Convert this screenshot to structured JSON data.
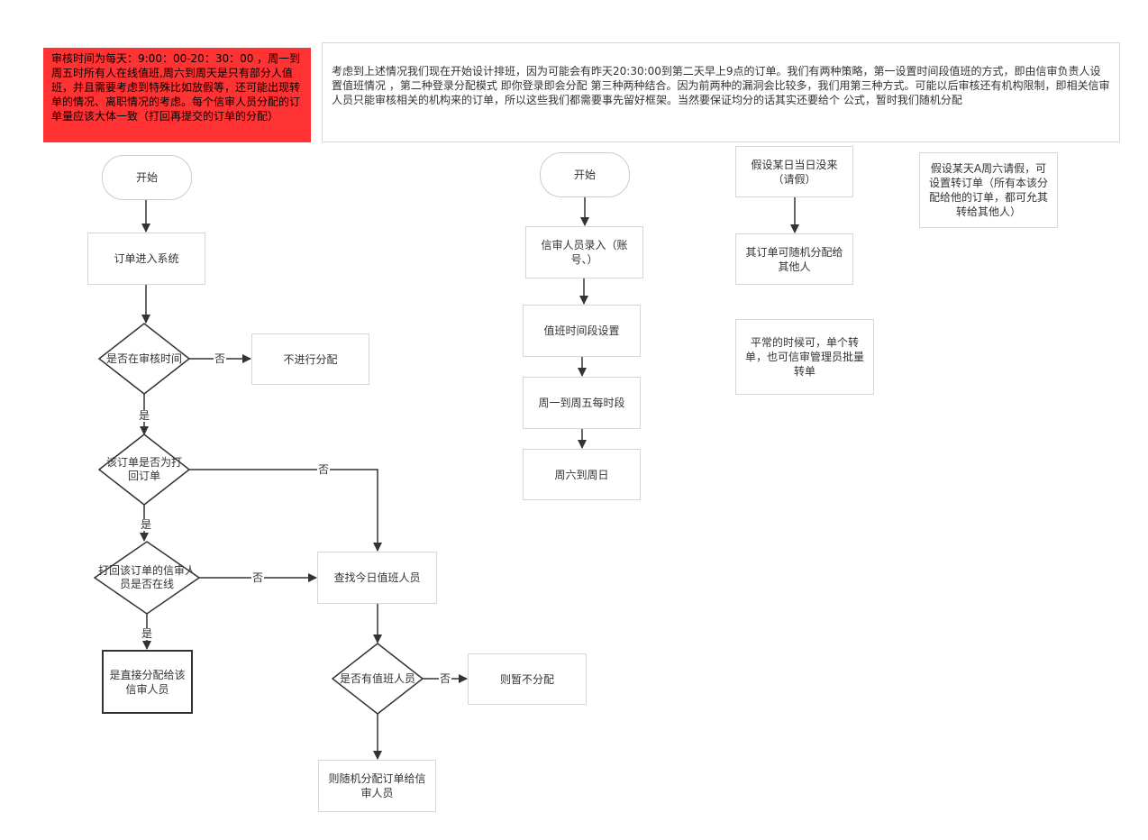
{
  "notes": {
    "review_time": "审核时间为每天：9:00：00-20：30：00 ，周一到周五时所有人在线值班,周六到周天是只有部分人值班，并且需要考虑到特殊比如放假等，还可能出现转单的情况、离职情况的考虑。每个信审人员分配的订单量应该大体一致（打回再提交的订单的分配）",
    "design": "考虑到上述情况我们现在开始设计排班，因为可能会有昨天20:30:00到第二天早上9点的订单。我们有两种策略，第一设置时间段值班的方式，即由信审负责人设置值班情况 ，第二种登录分配模式 即你登录即会分配  第三种两种结合。因为前两种的漏洞会比较多，我们用第三种方式。可能以后审核还有机构限制，即相关信审人员只能审核相关的机构来的订单，所以这些我们都需要事先留好框架。当然要保证均分的话其实还要给个 公式，暂时我们随机分配"
  },
  "flow1": {
    "start": "开始",
    "order_enter": "订单进入系统",
    "in_review_time": "是否在审核时间",
    "no_assign": "不进行分配",
    "is_returned": "该订单是否为打回订单",
    "reviewer_online": "打回该订单的信审人员是否在线",
    "assign_direct": "是直接分配给该信审人员",
    "find_duty": "查找今日值班人员",
    "has_duty": "是否有值班人员",
    "not_assign_now": "则暂不分配",
    "random_assign": "则随机分配订单给信审人员"
  },
  "flow2": {
    "start": "开始",
    "reviewer_entry": "信审人员录入（账号、）",
    "duty_period": "值班时间段设置",
    "mon_fri": "周一到周五每时段",
    "sat_sun": "周六到周日"
  },
  "side": {
    "absent": "假设某日当日没来（请假）",
    "random_to_others": "其订单可随机分配给其他人",
    "normal_transfer": "平常的时候可，单个转单，也可信审管理员批量转单",
    "sat_leave": "假设某天A周六请假，可设置转订单（所有本该分配给他的订单，都可允其转给其他人）"
  },
  "edge_labels": {
    "no": "否",
    "yes": "是"
  },
  "colors": {
    "note_fill": "#ff3333",
    "line": "#333333",
    "box_border": "#d6d6d6"
  }
}
